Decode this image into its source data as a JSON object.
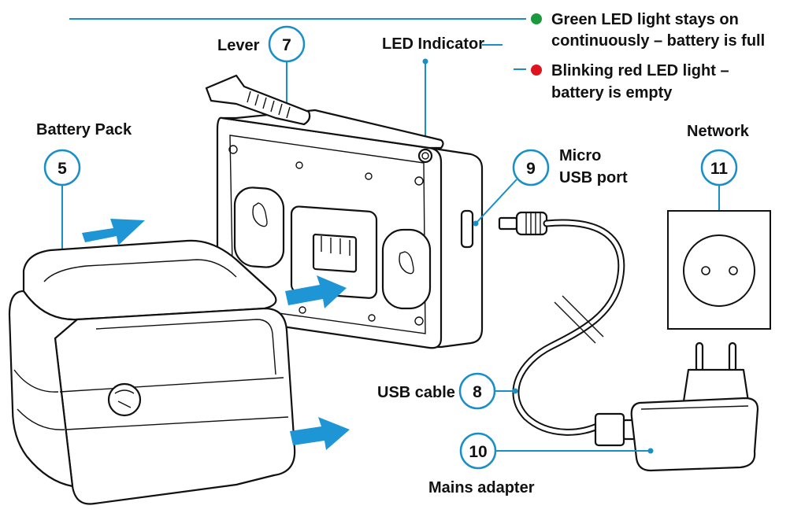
{
  "labels": {
    "lever": "Lever",
    "led_indicator": "LED Indicator",
    "battery_pack": "Battery Pack",
    "micro_usb_1": "Micro",
    "micro_usb_2": "USB port",
    "network": "Network",
    "usb_cable": "USB cable",
    "mains_adapter": "Mains adapter"
  },
  "callouts": {
    "battery_pack": "5",
    "lever": "7",
    "usb_cable": "8",
    "micro_usb": "9",
    "mains_adapter": "10",
    "network": "11"
  },
  "led_states": [
    {
      "color": "#1a9a3c",
      "line1": "Green LED light stays on",
      "line2": "continuously – battery is full"
    },
    {
      "color": "#e0141e",
      "line1": "Blinking red LED light –",
      "line2": "battery is empty"
    }
  ],
  "colors": {
    "accent": "#1a8fc7",
    "arrow": "#1e95d4",
    "green_led": "#1a9a3c",
    "red_led": "#e0141e"
  }
}
